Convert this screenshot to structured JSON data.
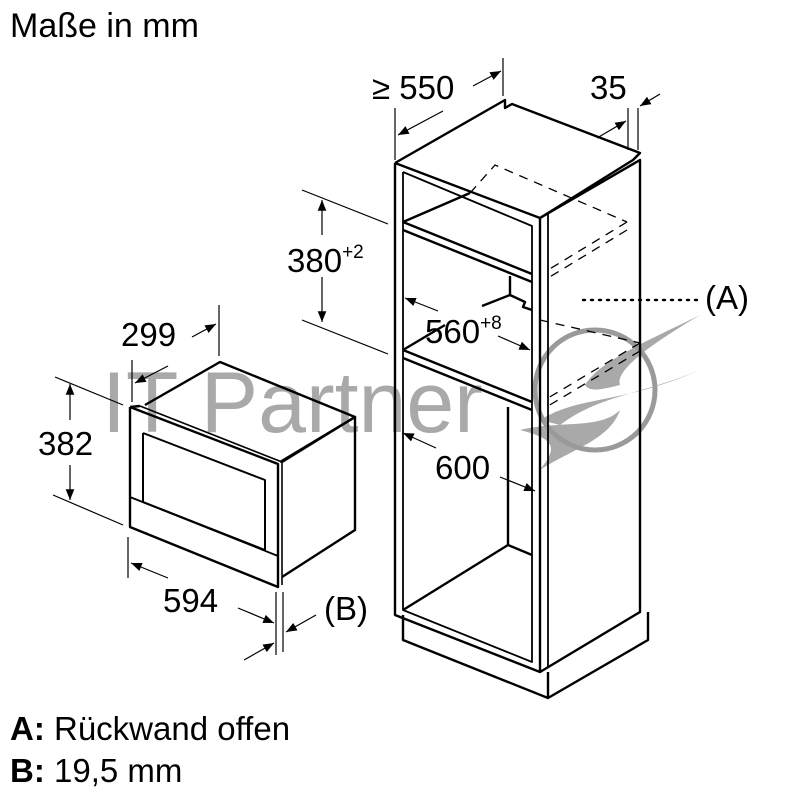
{
  "title": "Maße in mm",
  "cabinet": {
    "depth_label": "≥ 550",
    "panel_label": "35",
    "niche_height_label": "380",
    "niche_height_tolerance": "+2",
    "niche_width_label": "560",
    "niche_width_tolerance": "+8",
    "cabinet_width_label": "600",
    "callout_a": "(A)"
  },
  "appliance": {
    "depth_label": "299",
    "height_label": "382",
    "width_label": "594",
    "callout_b": "(B)"
  },
  "legend": [
    {
      "key": "A:",
      "text": "Rückwand offen"
    },
    {
      "key": "B:",
      "text": "19,5 mm"
    }
  ],
  "watermark": {
    "text": "IT Partner",
    "color": "#9a9a9a"
  },
  "colors": {
    "line": "#000000",
    "background": "#ffffff",
    "watermark": "#9a9a9a"
  }
}
